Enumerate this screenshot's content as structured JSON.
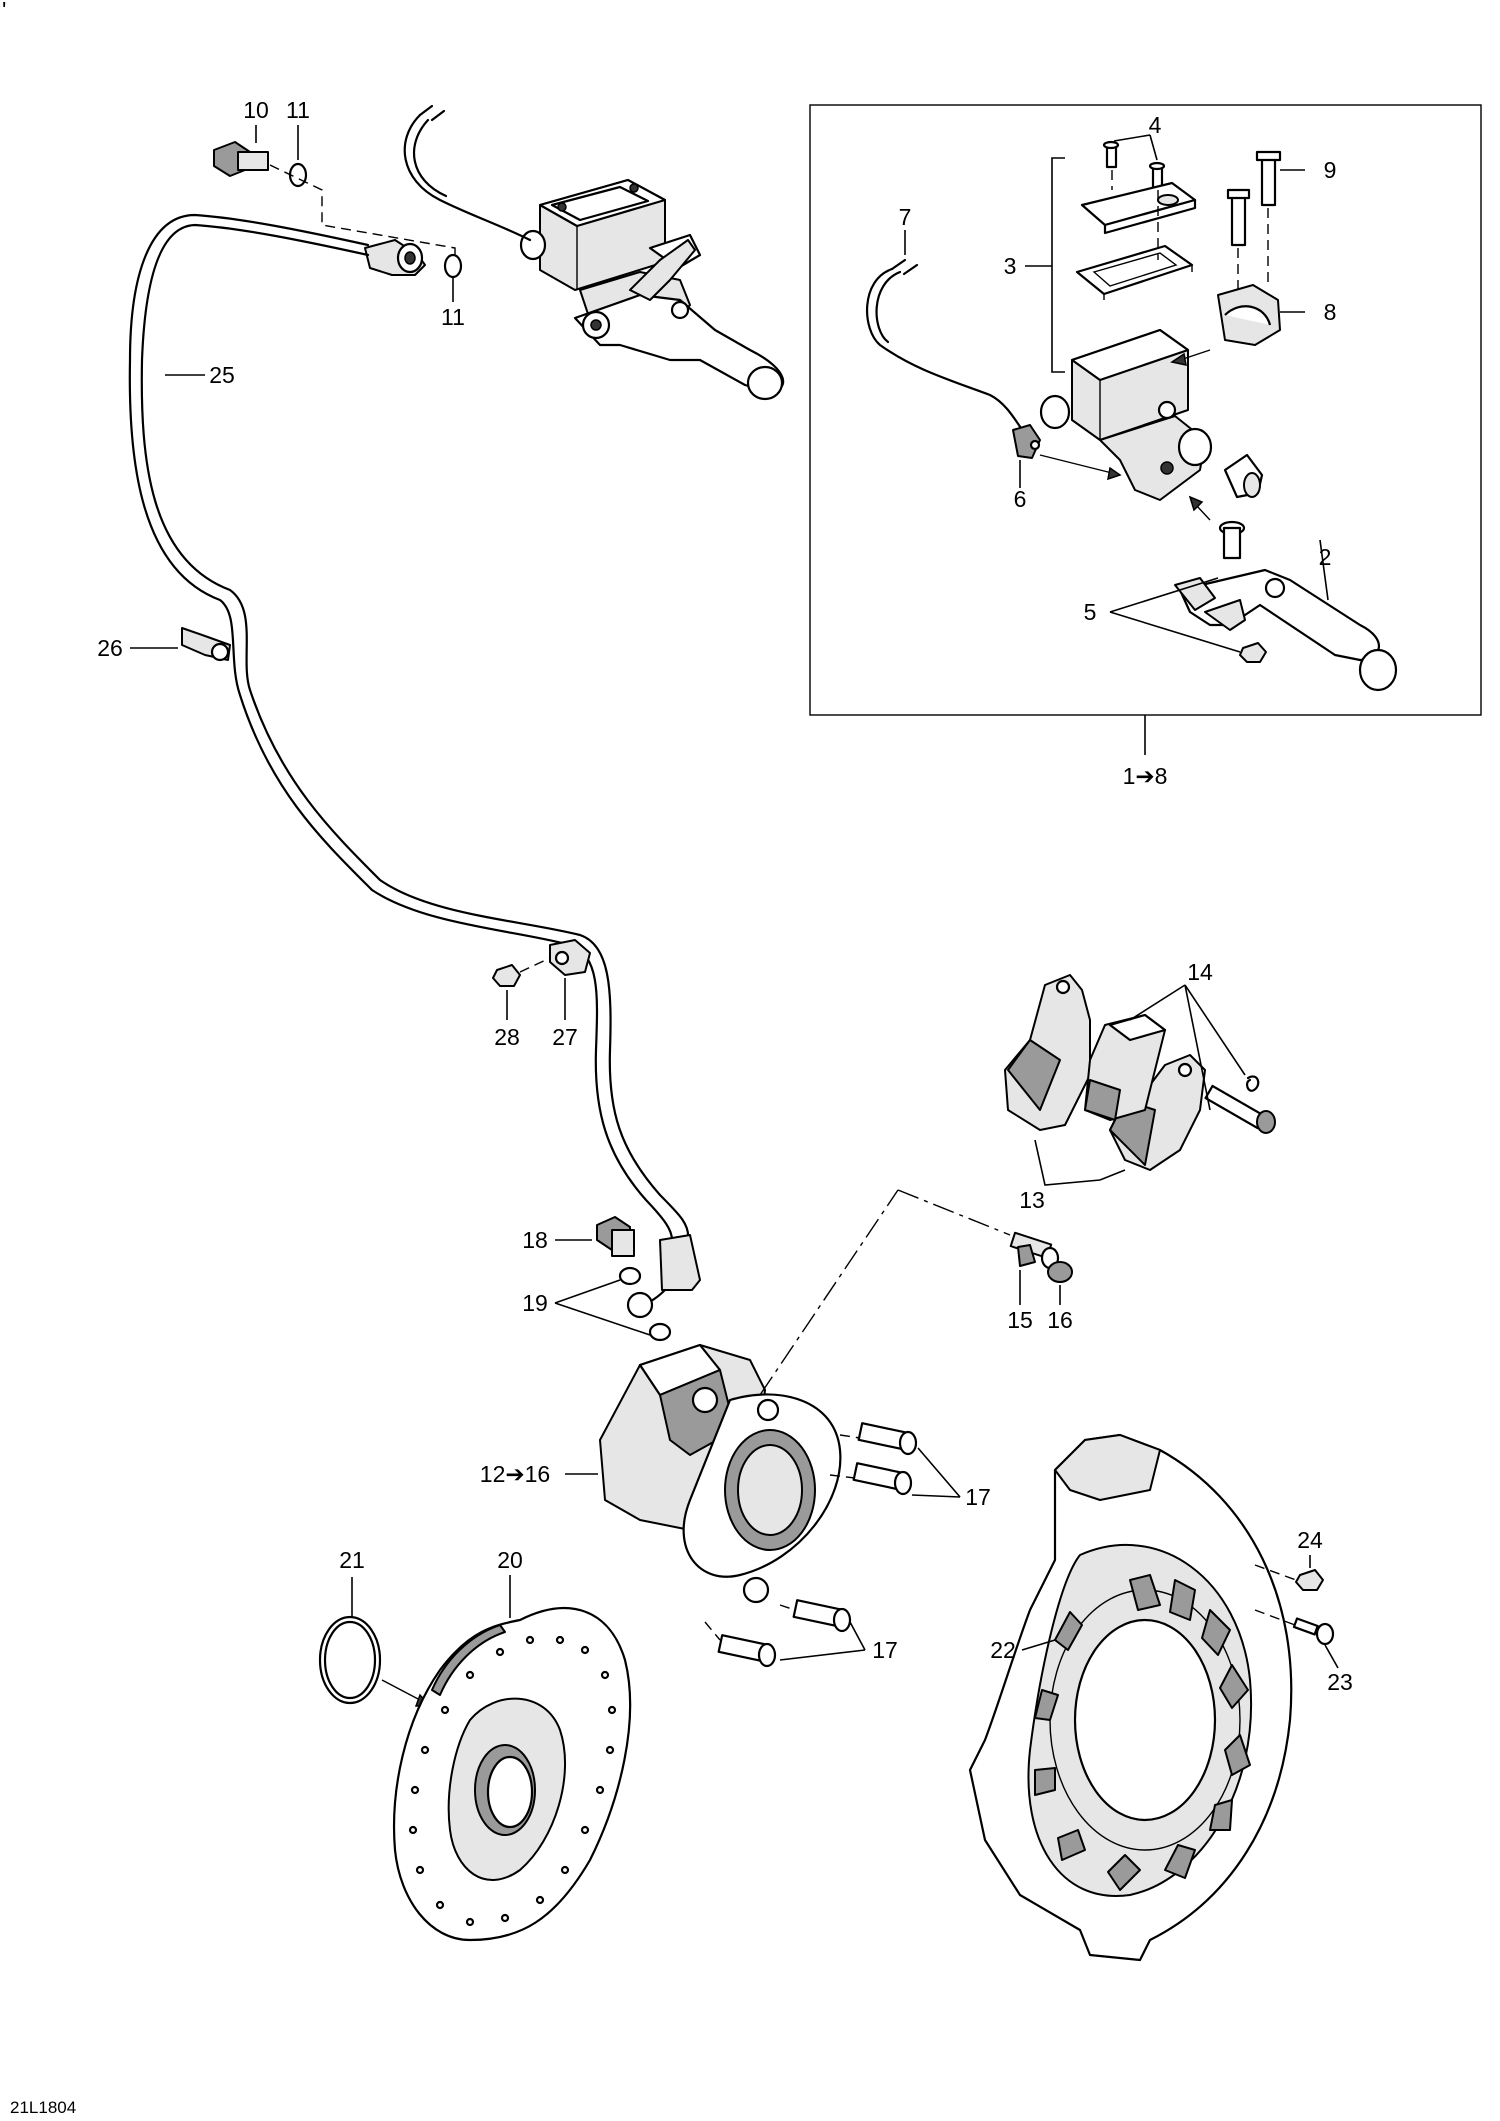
{
  "figure_code": "21L1804",
  "corner_mark": "'",
  "callouts": [
    {
      "id": "c1-8",
      "text": "1➔8"
    },
    {
      "id": "c2",
      "text": "2"
    },
    {
      "id": "c3",
      "text": "3"
    },
    {
      "id": "c4",
      "text": "4"
    },
    {
      "id": "c5",
      "text": "5"
    },
    {
      "id": "c6",
      "text": "6"
    },
    {
      "id": "c7",
      "text": "7"
    },
    {
      "id": "c8",
      "text": "8"
    },
    {
      "id": "c9",
      "text": "9"
    },
    {
      "id": "c10",
      "text": "10"
    },
    {
      "id": "c11a",
      "text": "11"
    },
    {
      "id": "c11b",
      "text": "11"
    },
    {
      "id": "c12-16",
      "text": "12➔16"
    },
    {
      "id": "c13",
      "text": "13"
    },
    {
      "id": "c14",
      "text": "14"
    },
    {
      "id": "c15",
      "text": "15"
    },
    {
      "id": "c16",
      "text": "16"
    },
    {
      "id": "c17a",
      "text": "17"
    },
    {
      "id": "c17b",
      "text": "17"
    },
    {
      "id": "c18",
      "text": "18"
    },
    {
      "id": "c19",
      "text": "19"
    },
    {
      "id": "c20",
      "text": "20"
    },
    {
      "id": "c21",
      "text": "21"
    },
    {
      "id": "c22",
      "text": "22"
    },
    {
      "id": "c23",
      "text": "23"
    },
    {
      "id": "c24",
      "text": "24"
    },
    {
      "id": "c25",
      "text": "25"
    },
    {
      "id": "c26",
      "text": "26"
    },
    {
      "id": "c27",
      "text": "27"
    },
    {
      "id": "c28",
      "text": "28"
    }
  ]
}
